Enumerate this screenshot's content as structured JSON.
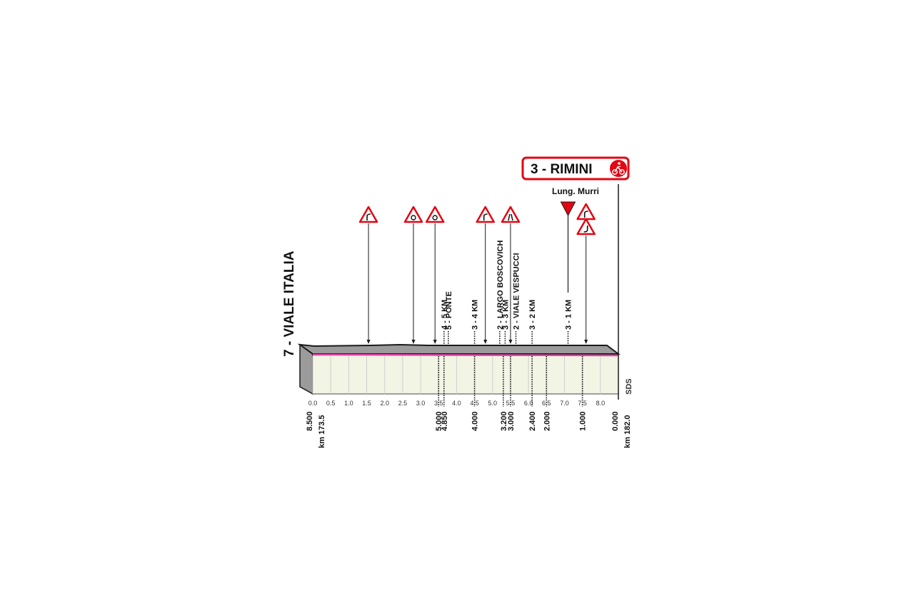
{
  "finish": {
    "label": "3 - RIMINI",
    "street": "Lung. Murri"
  },
  "start_street": "7 - VIALE ITALIA",
  "sds_logo": "SDS",
  "colors": {
    "red": "#e30613",
    "pink": "#e040a8",
    "profile_dark": "#1a1a1a",
    "profile_grey": "#9b9b9b",
    "base_fill": "#f2f4e4"
  },
  "axis": {
    "ticks": [
      "0.0",
      "0.5",
      "1.0",
      "1.5",
      "2.0",
      "2.5",
      "3.0",
      "3.5",
      "4.0",
      "4.5",
      "5.0",
      "5.5",
      "6.0",
      "6.5",
      "7.0",
      "7.5",
      "8.0"
    ],
    "km_start": "km 173.5",
    "km_end": "km 182.0",
    "remaining_start": "8.500",
    "remaining_end": "0.000"
  },
  "markers": [
    {
      "at": 5.0,
      "remaining": "5.000"
    },
    {
      "at": 4.85,
      "remaining": "4.850"
    },
    {
      "at": 4.0,
      "remaining": "4.000"
    },
    {
      "at": 3.2,
      "remaining": "3.200"
    },
    {
      "at": 3.0,
      "remaining": "3.000"
    },
    {
      "at": 2.4,
      "remaining": "2.400"
    },
    {
      "at": 2.0,
      "remaining": "2.000"
    },
    {
      "at": 1.0,
      "remaining": "1.000"
    }
  ],
  "route_labels": [
    {
      "at": 4.85,
      "text": "4 - 5 KM"
    },
    {
      "at": 4.73,
      "text": "5 - PONTE"
    },
    {
      "at": 4.0,
      "text": "3 - 4 KM"
    },
    {
      "at": 3.3,
      "text": "2 - LARGO BOSCOVICH"
    },
    {
      "at": 3.15,
      "text": "3 - 3 KM"
    },
    {
      "at": 2.85,
      "text": "2 - VIALE VESPUCCI"
    },
    {
      "at": 2.4,
      "text": "3 - 2 KM"
    },
    {
      "at": 1.4,
      "text": "3 - 1 KM"
    }
  ],
  "warning_signs": [
    {
      "at": 6.95,
      "icon": "curve-right-icon"
    },
    {
      "at": 5.7,
      "icon": "roundabout-icon"
    },
    {
      "at": 5.1,
      "icon": "roundabout-icon"
    },
    {
      "at": 3.7,
      "icon": "curve-right-icon"
    },
    {
      "at": 3.0,
      "icon": "narrow-road-icon"
    },
    {
      "at": 0.9,
      "icon": "curve-right-icon"
    },
    {
      "at": 0.9,
      "icon": "curve-left-icon"
    }
  ],
  "flamme_rouge_at": 1.4
}
